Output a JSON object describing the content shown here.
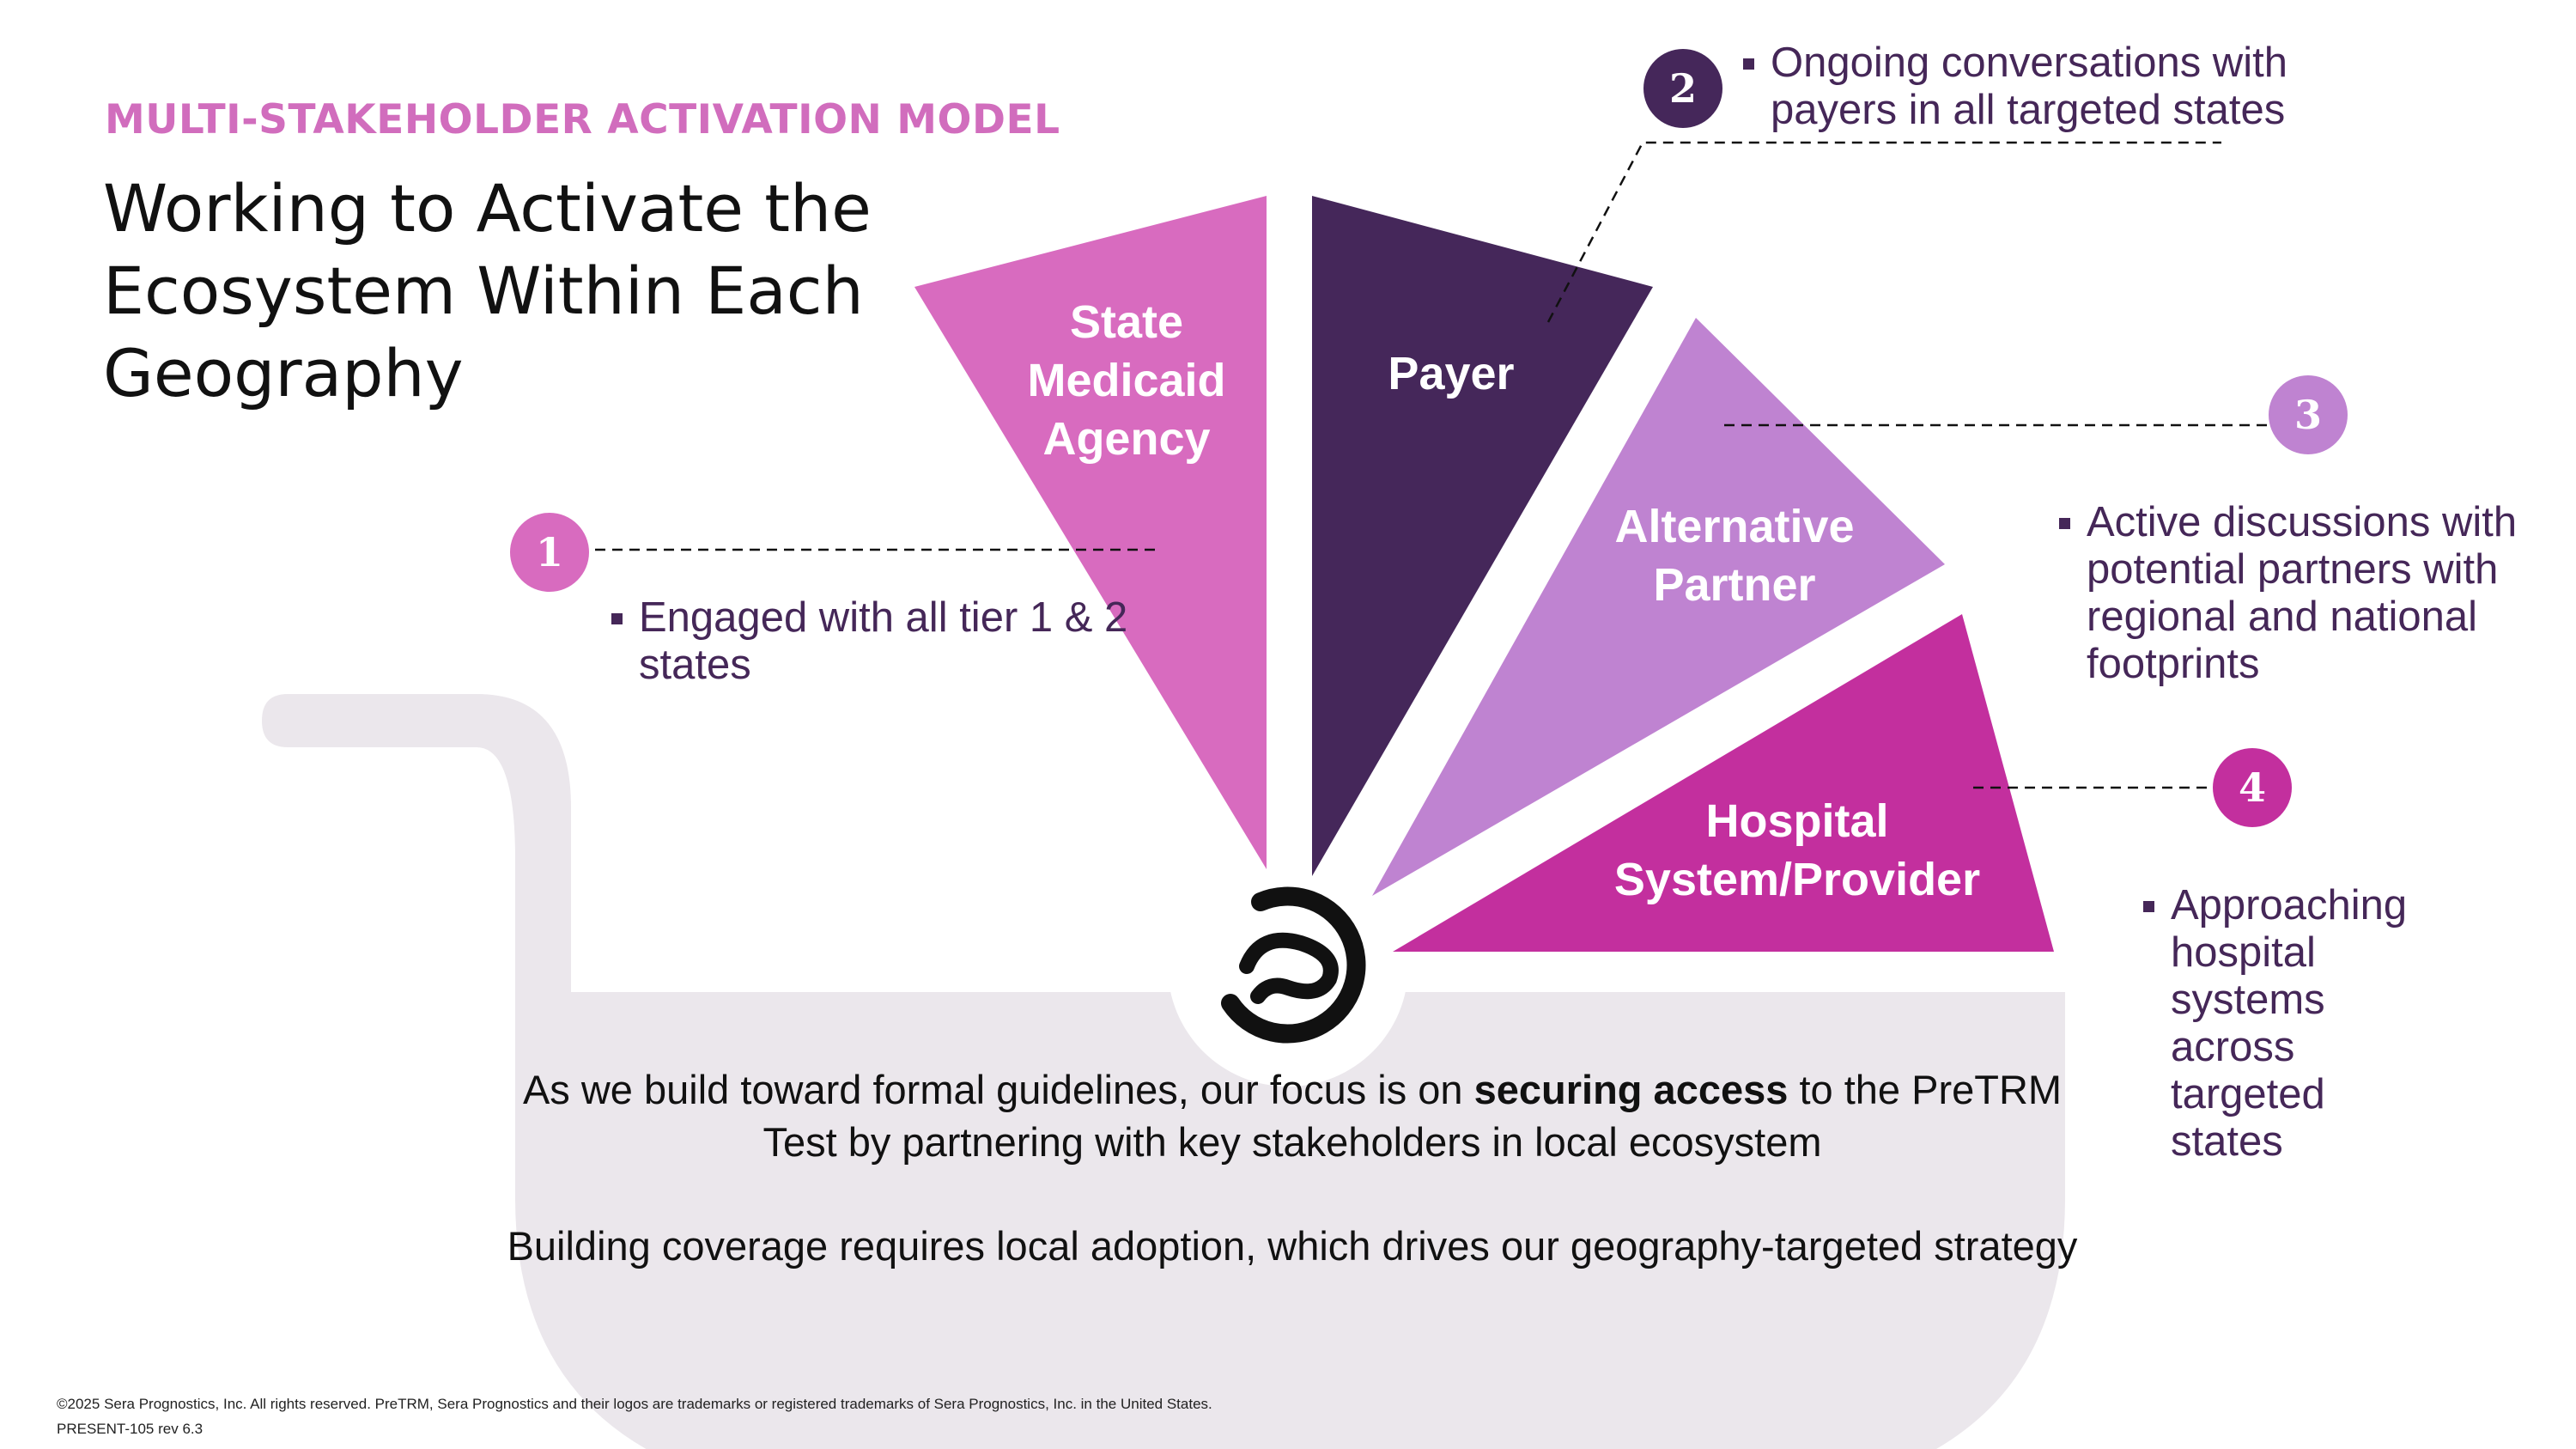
{
  "header": {
    "kicker": "MULTI-STAKEHOLDER ACTIVATION MODEL",
    "title": "Working to Activate the Ecosystem Within Each Geography"
  },
  "segments": [
    {
      "label": "State\nMedicaid\nAgency",
      "color": "#d86bbf"
    },
    {
      "label": "Payer",
      "color": "#45275a"
    },
    {
      "label": "Alternative\nPartner",
      "color": "#bf83d1"
    },
    {
      "label": "Hospital\nSystem/Provider",
      "color": "#c32f9e"
    }
  ],
  "callouts": [
    {
      "number": "1",
      "color": "#d86bbf",
      "text": "Engaged with all tier 1 & 2 states"
    },
    {
      "number": "2",
      "color": "#45275a",
      "text": "Ongoing conversations with payers in all targeted states"
    },
    {
      "number": "3",
      "color": "#bf83d1",
      "text": "Active discussions with potential partners with regional and national footprints"
    },
    {
      "number": "4",
      "color": "#c32f9e",
      "text": "Approaching hospital systems across targeted states"
    }
  ],
  "focus": {
    "line1_pre": "As we build toward formal guidelines, our focus is on ",
    "line1_bold": "securing access",
    "line1_post": " to the PreTRM Test by partnering with key stakeholders in local ecosystem",
    "line2": "Building coverage requires local adoption, which drives our geography-targeted strategy"
  },
  "footer": {
    "copyright": "©2025 Sera Prognostics, Inc. All rights reserved. PreTRM, Sera Prognostics and their logos are trademarks or registered trademarks of Sera Prognostics, Inc. in the United States.",
    "doc_id": "PRESENT-105 rev 6.3"
  },
  "colors": {
    "text_purple": "#452758",
    "background_shape": "#ebe7ec"
  }
}
